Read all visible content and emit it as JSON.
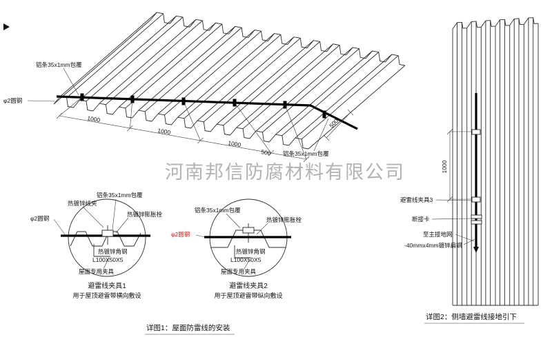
{
  "watermark": "河南邦信防腐材料有限公司",
  "roof": {
    "label_strip_top": "铝条35x1mm包覆",
    "label_round_steel": "φ2圆钢",
    "label_strip_right": "铝条35x1mm包覆",
    "dim_1": "1000",
    "dim_2": "1000",
    "dim_3": "1000",
    "dim_4": "500",
    "dim_5": "500",
    "caption": "详图1：屋面防雷线的安装"
  },
  "detail1": {
    "label_wire_clip": "热镀锌线夹",
    "label_strip": "铝条35x1mm包覆",
    "label_bolt": "热镀锌膨胀栓",
    "label_round_steel": "φ2圆钢",
    "label_angle": "热镀锌角钢",
    "label_angle_size": "L100X50X5",
    "label_fixture": "屋面专用夹具",
    "title": "避雷线夹具1",
    "subtitle": "用于屋顶避雷带横向敷设"
  },
  "detail2": {
    "label_strip": "铝条35x1mm包覆",
    "label_bolt": "热镀锌膨胀栓",
    "label_round_steel": "φ2圆钢",
    "label_angle": "热镀锌角钢",
    "label_angle_size": "L100X50X5",
    "label_fixture": "屋面专用夹具",
    "title": "避雷线夹具2",
    "subtitle": "用于屋顶避雷带纵向敷设"
  },
  "wall": {
    "dim": "1000",
    "label_clamp": "避雷线夹具3",
    "label_disconnect": "断接卡",
    "label_ground": "至主接地网",
    "label_flat_steel": "-40mmx4mm镀锌扁钢",
    "caption": "详图2：侧墙避雷线接地引下"
  },
  "colors": {
    "line": "#222222",
    "red_label": "#cc2222",
    "watermark": "#a6a6a6"
  }
}
